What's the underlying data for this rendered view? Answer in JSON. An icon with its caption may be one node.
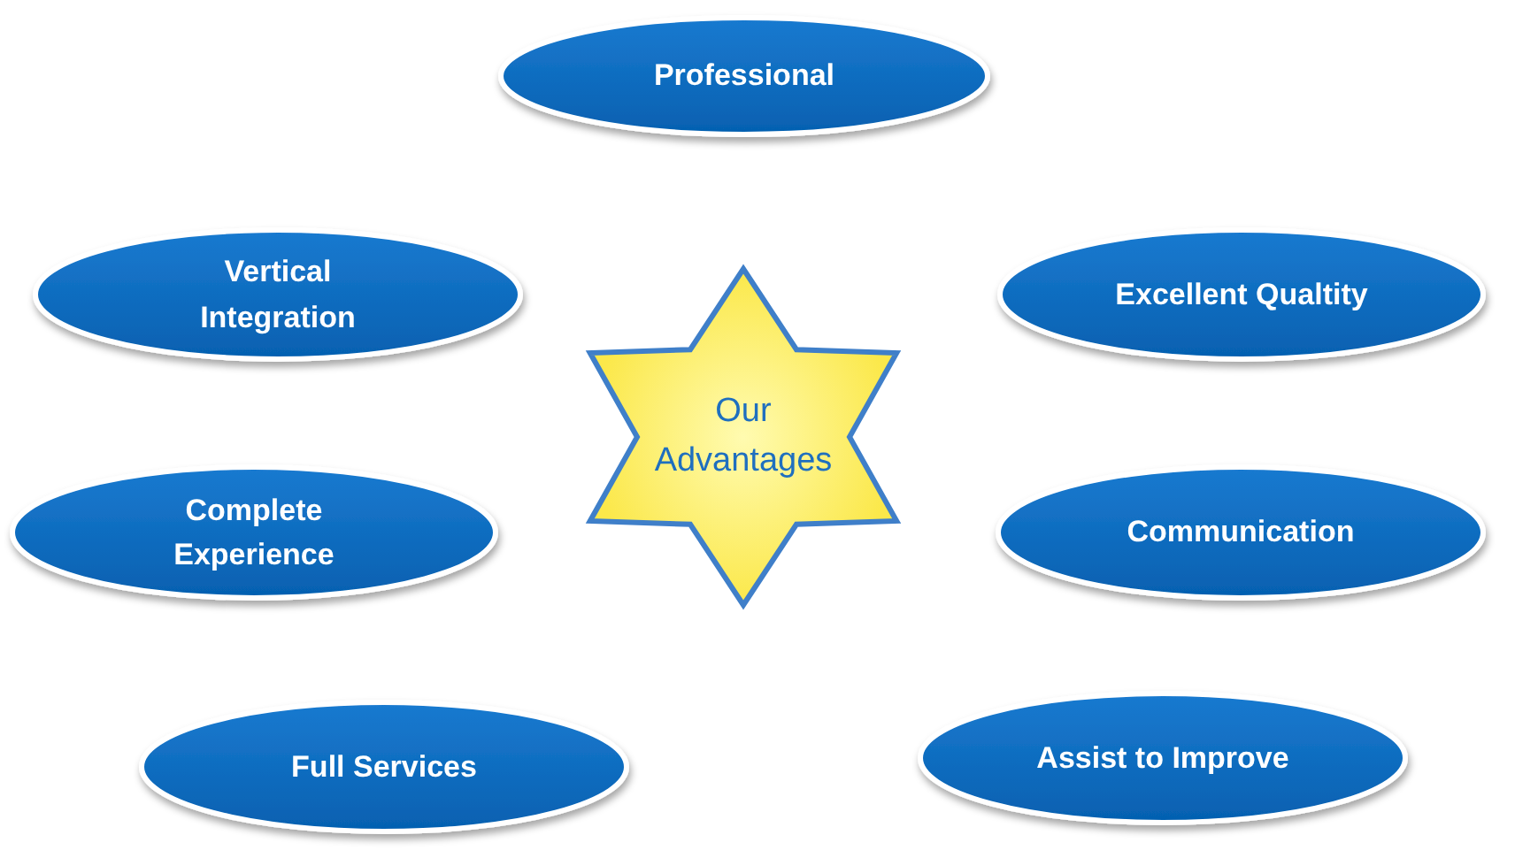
{
  "diagram": {
    "nodes": [
      {
        "text": [
          "Professional"
        ]
      },
      {
        "text": [
          "Vertical Integration"
        ]
      },
      {
        "text": [
          "Excellent Qualtity"
        ]
      },
      {
        "text": [
          "Our Advantages"
        ]
      },
      {
        "text": [
          "Complete Experience"
        ]
      },
      {
        "text": [
          "Communication"
        ]
      },
      {
        "text": [
          "Full Services"
        ]
      },
      {
        "text": [
          "Assist to Improve"
        ]
      }
    ]
  }
}
